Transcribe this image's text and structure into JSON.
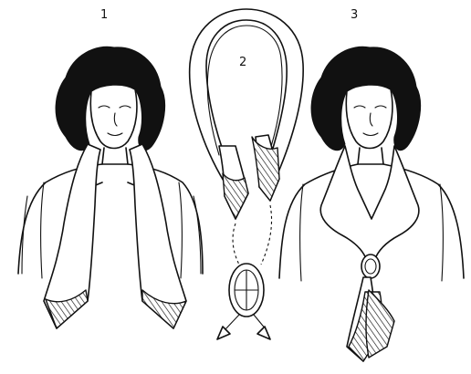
{
  "panels": [
    {
      "id": "step-1",
      "number": "1",
      "description_icon": "woman-with-draped-scarf"
    },
    {
      "id": "step-2",
      "number": "2",
      "description_icon": "scarf-loop-with-ring"
    },
    {
      "id": "step-3",
      "number": "3",
      "description_icon": "woman-with-ring-tied-scarf"
    }
  ],
  "colors": {
    "ink": "#111111",
    "paper": "#ffffff"
  }
}
